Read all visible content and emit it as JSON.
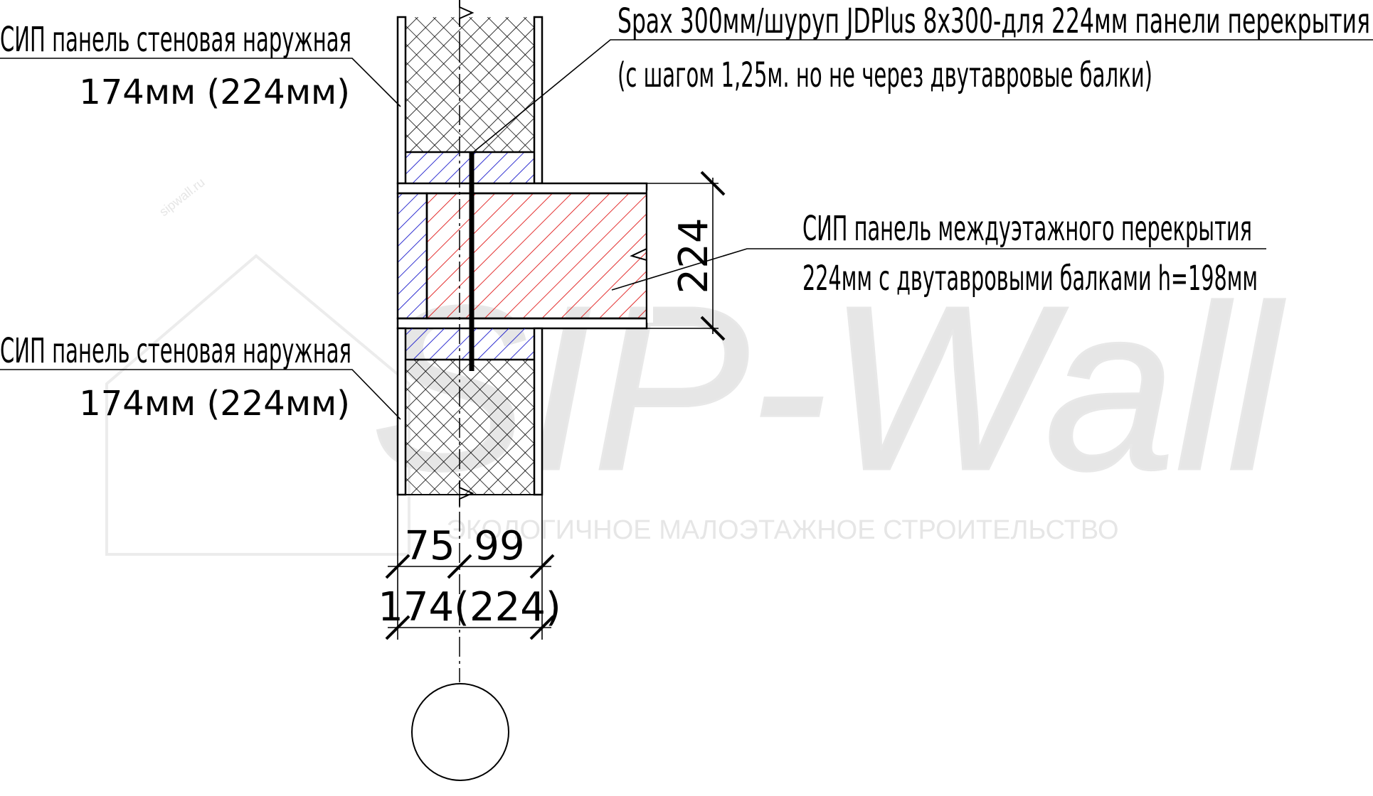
{
  "labels": {
    "wall_top": "СИП панель стеновая наружная",
    "wall_top_thickness": "174мм (224мм)",
    "wall_bottom": "СИП панель стеновая наружная",
    "wall_bottom_thickness": "174мм (224мм)",
    "screw_line1": "Spax 300мм/шуруп JDPlus 8x300-для 224мм панели перекрытия",
    "screw_line2": "(с шагом 1,25м. но не через двутавровые балки)",
    "floor_line1": "СИП панель междуэтажного перекрытия",
    "floor_line2": "224мм с двутавровыми балками h=198мм"
  },
  "dimensions": {
    "floor_height": "224",
    "outer_part": "75",
    "inner_part": "99",
    "total": "174(224)"
  },
  "watermark": {
    "brand": "SIP-Wall",
    "tagline": "ЭКОЛОГИЧНОЕ МАЛОЭТАЖНОЕ СТРОИТЕЛЬСТВО",
    "site": "sipwall.ru"
  },
  "colors": {
    "line": "#000000",
    "timber_hatch": "#1a1acc",
    "floor_hatch": "#e01818",
    "insulation_hatch": "#000000",
    "watermark": "#e6e6e6"
  }
}
